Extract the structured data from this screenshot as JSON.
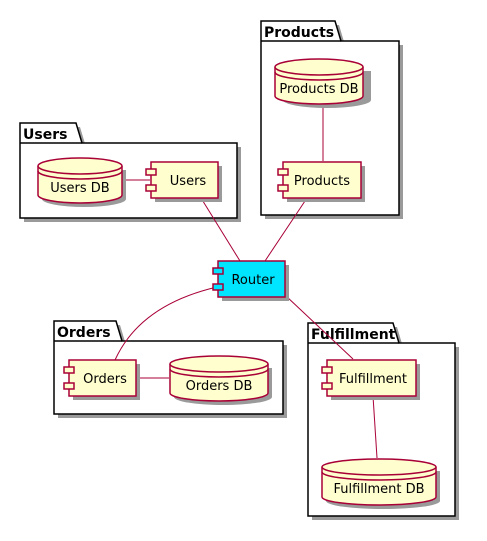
{
  "colors": {
    "node_fill": "#FEFECE",
    "node_stroke": "#A80036",
    "router_fill": "#00E5FF",
    "package_stroke": "#000000",
    "edge_stroke": "#A80036",
    "shadow": "#9a9a9a"
  },
  "packages": {
    "products": {
      "label": "Products"
    },
    "users": {
      "label": "Users"
    },
    "orders": {
      "label": "Orders"
    },
    "fulfillment": {
      "label": "Fulfillment"
    }
  },
  "components": {
    "router": {
      "label": "Router",
      "icon": "component-icon"
    },
    "users": {
      "label": "Users",
      "icon": "component-icon"
    },
    "products": {
      "label": "Products",
      "icon": "component-icon"
    },
    "orders": {
      "label": "Orders",
      "icon": "component-icon"
    },
    "fulfillment": {
      "label": "Fulfillment",
      "icon": "component-icon"
    }
  },
  "databases": {
    "users_db": {
      "label": "Users DB",
      "icon": "database-icon"
    },
    "products_db": {
      "label": "Products DB",
      "icon": "database-icon"
    },
    "orders_db": {
      "label": "Orders DB",
      "icon": "database-icon"
    },
    "fulfillment_db": {
      "label": "Fulfillment DB",
      "icon": "database-icon"
    }
  }
}
